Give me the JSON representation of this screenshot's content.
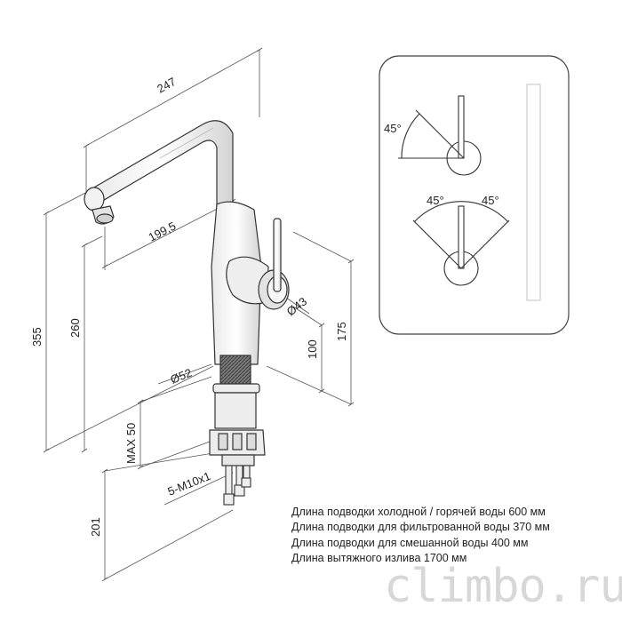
{
  "dimensions": {
    "top_length": "247",
    "spout_reach": "199,5",
    "total_height": "355",
    "spout_height": "260",
    "handle_height": "175",
    "body_height": "100",
    "handle_diameter": "Ø43",
    "base_diameter": "Ø52",
    "max_countertop": "MAX 50",
    "hose_thread": "5-M10x1",
    "hose_length": "201"
  },
  "angles": {
    "single": "45°",
    "left": "45°",
    "right": "45°"
  },
  "notes": [
    "Длина подводки холодной / горячей воды 600 мм",
    "Длина подводки для фильтрованной воды 370 мм",
    "Длина подводки для смешанной воды 400 мм",
    "Длина вытяжного излива 1700 мм"
  ],
  "watermark": "climbo.ru"
}
